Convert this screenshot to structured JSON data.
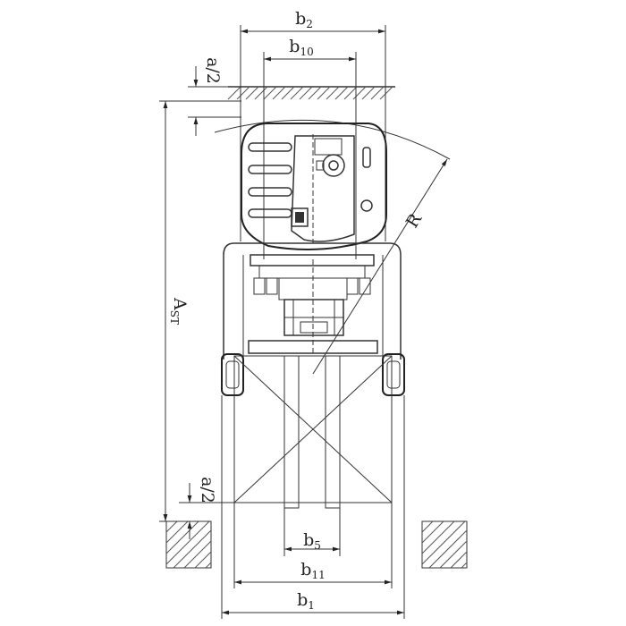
{
  "labels": {
    "b2": {
      "base": "b",
      "sub": "2"
    },
    "b10": {
      "base": "b",
      "sub": "10"
    },
    "b5": {
      "base": "b",
      "sub": "5"
    },
    "b11": {
      "base": "b",
      "sub": "11"
    },
    "b1": {
      "base": "b",
      "sub": "1"
    },
    "ast": {
      "base": "A",
      "sub": "ST"
    },
    "a2_top": "a/2",
    "a2_bottom": "a/2",
    "radius": "R"
  },
  "colors": {
    "line": "#333333",
    "background": "#ffffff"
  }
}
